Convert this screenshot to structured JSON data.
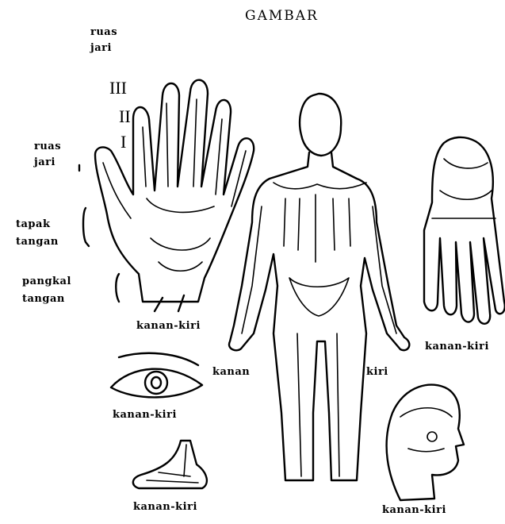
{
  "title": "GAMBAR",
  "labels": {
    "ruas_jari_top": [
      "ruas",
      "jari"
    ],
    "roman_3": "III",
    "roman_2": "II",
    "roman_1": "I",
    "ruas_jari_mid": [
      "ruas",
      "jari"
    ],
    "tapak_tangan": [
      "tapak",
      "tangan"
    ],
    "pangkal_tangan": [
      "pangkal",
      "tangan"
    ],
    "hand_caption": "kanan-kiri",
    "body_right": "kanan",
    "body_left": "kiri",
    "foot_top_caption": "kanan-kiri",
    "eye_caption": "kanan-kiri",
    "foot_side_caption": "kanan-kiri",
    "head_caption": "kanan-kiri"
  }
}
